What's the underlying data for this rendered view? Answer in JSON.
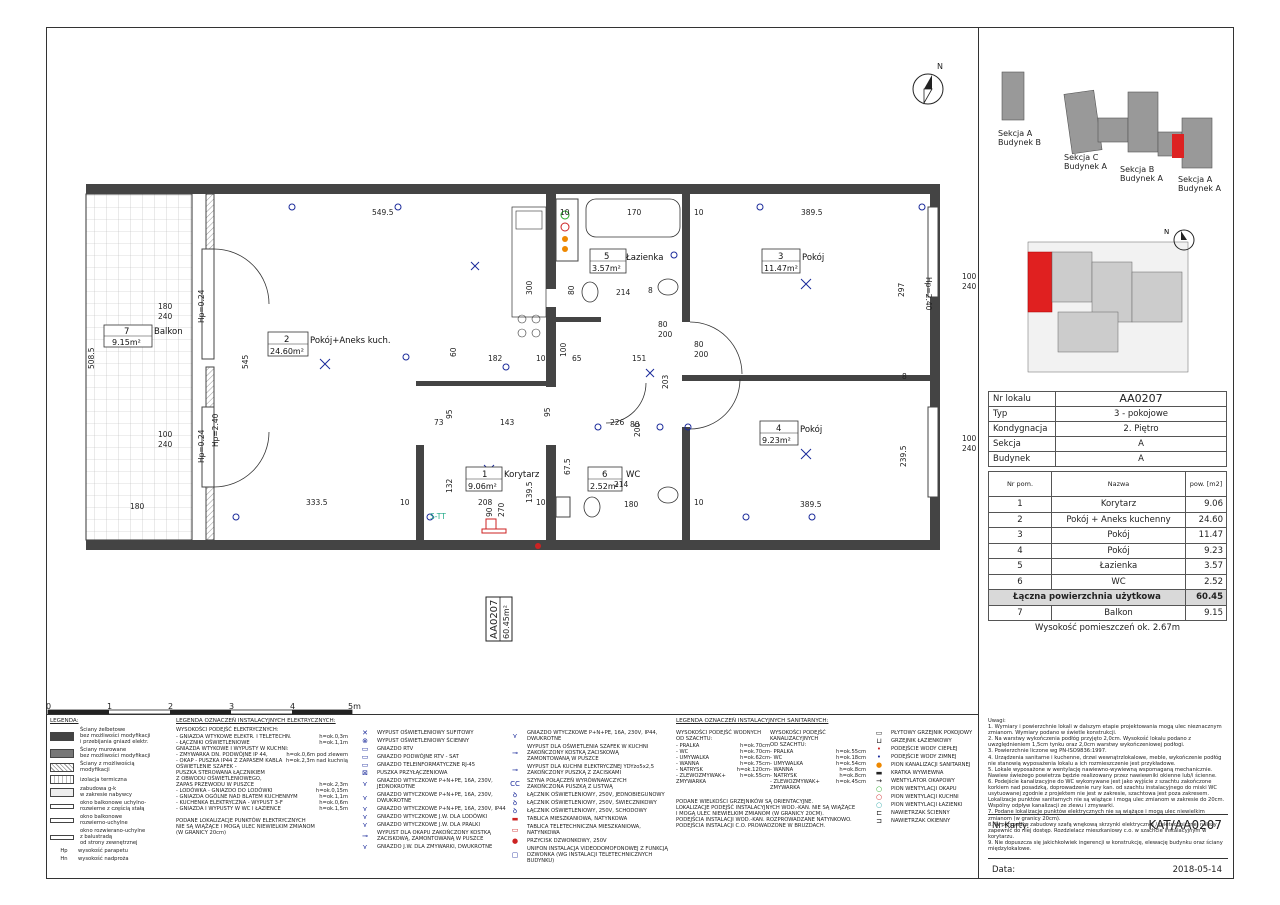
{
  "compass_label": "N",
  "scale": {
    "ticks": [
      "0",
      "1",
      "2",
      "3",
      "4",
      "5m"
    ]
  },
  "location": {
    "labels": [
      "Sekcja A\nBudynek B",
      "Sekcja C\nBudynek A",
      "Sekcja B\nBudynek A",
      "Sekcja A\nBudynek A"
    ],
    "compass_label": "N"
  },
  "plan": {
    "rooms": [
      {
        "num": "7",
        "name": "Balkon",
        "area": "9.15m²"
      },
      {
        "num": "2",
        "name": "Pokój+Aneks kuch.",
        "area": "24.60m²"
      },
      {
        "num": "5",
        "name": "Łazienka",
        "area": "3.57m²"
      },
      {
        "num": "3",
        "name": "Pokój",
        "area": "11.47m²"
      },
      {
        "num": "4",
        "name": "Pokój",
        "area": "9.23m²"
      },
      {
        "num": "1",
        "name": "Korytarz",
        "area": "9.06m²"
      },
      {
        "num": "6",
        "name": "WC",
        "area": "2.52m²"
      }
    ],
    "unit_tag": {
      "id": "AA0207",
      "area": "60.45m²"
    },
    "dims": {
      "d5495": "549.5",
      "d170": "170",
      "d3895a": "389.5",
      "d10a": "10",
      "d10b": "10",
      "d180a": "180",
      "d240a": "240",
      "d100a": "100",
      "d240b": "240",
      "d180b": "180",
      "d5085": "508.5",
      "d545": "545",
      "d300": "300",
      "d80a": "80",
      "d214a": "214",
      "d60": "60",
      "d182": "182",
      "d10c": "10",
      "d100b": "100",
      "d65": "65",
      "d151": "151",
      "d80b": "80",
      "d200a": "200",
      "d80c": "80",
      "d200b": "200",
      "d203": "203",
      "d297": "297",
      "d100c": "100",
      "d240c": "240",
      "d73": "73",
      "d143": "143",
      "d95a": "95",
      "d95b": "95",
      "d226": "226",
      "d80d": "80",
      "d200c": "200",
      "d2395": "239.5",
      "d100d": "100",
      "d240d": "240",
      "d132": "132",
      "d1395": "139.5",
      "d675": "67.5",
      "d214b": "214",
      "d3335": "333.5",
      "d208": "208",
      "d90": "90",
      "d270": "270",
      "d180c": "180",
      "d3895b": "389.5",
      "d10d": "10",
      "d10e": "10",
      "d10f": "10",
      "d8a": "8",
      "d8b": "8",
      "hp1": "Hp=0.24",
      "hp2": "Hp=0.24",
      "hp3": "Hp=2.40",
      "hp4": "Hp=2.40",
      "st": "S-TT"
    }
  },
  "info": {
    "rows": [
      {
        "k": "Nr lokalu",
        "v": "AA0207"
      },
      {
        "k": "Typ",
        "v": "3 - pokojowe"
      },
      {
        "k": "Kondygnacja",
        "v": "2. Piętro"
      },
      {
        "k": "Sekcja",
        "v": "A"
      },
      {
        "k": "Budynek",
        "v": "A"
      }
    ]
  },
  "rooms_table": {
    "headers": {
      "num": "Nr pom.",
      "name": "Nazwa",
      "area": "pow. [m2]"
    },
    "rows": [
      {
        "n": "1",
        "nm": "Korytarz",
        "a": "9.06"
      },
      {
        "n": "2",
        "nm": "Pokój + Aneks kuchenny",
        "a": "24.60"
      },
      {
        "n": "3",
        "nm": "Pokój",
        "a": "11.47"
      },
      {
        "n": "4",
        "nm": "Pokój",
        "a": "9.23"
      },
      {
        "n": "5",
        "nm": "Łazienka",
        "a": "3.57"
      },
      {
        "n": "6",
        "nm": "WC",
        "a": "2.52"
      }
    ],
    "total": {
      "label": "Łączna powierzchnia użytkowa",
      "value": "60.45"
    },
    "balcony": {
      "n": "7",
      "nm": "Balkon",
      "a": "9.15"
    },
    "height": "Wysokość pomieszczeń ok. 2.67m"
  },
  "notes": {
    "title": "Uwagi:",
    "items": [
      "1. Wymiary i powierzchnie lokali w dalszym etapie projektowania mogą ulec nieznacznym zmianom. Wymiary podano w świetle konstrukcji.",
      "2. Na warstwy wykończenia podłóg przyjęto 2,0cm. Wysokość lokalu podano z uwzględnieniem 1,5cm tynku oraz 2,0cm warstwy wykończeniowej podłogi.",
      "3. Powierzchnie liczone wg PN-ISO9836:1997.",
      "4. Urządzenia sanitarne i kuchenne, drzwi wewnątrzlokalowe, meble, wykończenie podłóg nie stanowią wyposażenia lokalu a ich rozmieszczenie jest przykładowe.",
      "5. Lokale wyposażone w wentylację nawiewno-wywiewną wspomaganą mechanicznie. Nawiew świeżego powietrza będzie realizowany przez nawiewniki okienne lub/i ścienne.",
      "6. Podejście kanalizacyjne do WC wykonywane jest jako wyjście z szachtu zakończone korkiem nad posadzką, doprowadzenie rury kan. od szachtu instalacyjnego do miski WC usytuowanej zgodnie z projektem nie jest w zakresie, szachtowa jest poza zakresem. Lokalizacje punktów sanitarnych nie są wiążące i mogą ulec zmianom w zakresie do 20cm. Wspólny odpływ kanalizacji ze zlewu i zmywarki.",
      "7. Podane lokalizacje punktów elektrycznych nie są wiążące i mogą ulec niewielkim zmianom (w granicy 20cm).",
      "8. W przypadku zabudowy szafą wnękową skrzynki elektrycznej / teletechnicznej należy zapewnić do niej dostęp. Rozdzielacz mieszkaniowy c.o. w szachcie instalacyjnym w korytarzu.",
      "9. Nie dopuszcza się jakichkolwiek ingerencji w konstrukcję, elewację budynku oraz ściany międzylokalowe."
    ]
  },
  "kat": {
    "label": "Nr Karty:",
    "value": "KAT/AA0207"
  },
  "date": {
    "label": "Data:",
    "value": "2018-05-14"
  },
  "legend_walls": {
    "title": "LEGENDA:",
    "items": [
      "Ściany żelbetowe\nbez możliwości modyfikacji\ni przebijania gniazd elektr.",
      "Ściany murowane\nbez możliwości modyfikacji",
      "Ściany z możliwością\nmodyfikacji",
      "izolacja termiczna",
      "zabudowa g-k\nw zakresie nabywcy",
      "okno balkonowe uchylno-\nrozwierne z częścią stałą",
      "okno balkonowe\nrozwierno-uchylne",
      "okno rozwierano-uchylne\nz balustradą\nod strony zewnętrznej",
      "wysokość parapetu",
      "wysokość nadproża"
    ],
    "abbr": [
      "Hp",
      "Hn"
    ]
  },
  "legend_elec_heights": {
    "title": "LEGENDA OZNACZEŃ INSTALACYJNYCH ELEKTRYCZNYCH:",
    "subtitle": "WYSOKOŚCI PODEJŚĆ ELEKTRYCZNYCH:",
    "lines": [
      [
        "- GNIAZDA WTYKOWE ELEKTR. I TELETECHN.",
        "h=ok.0,3m"
      ],
      [
        "- ŁĄCZNIKI OŚWIETLENIOWE",
        "h=ok.1,1m"
      ],
      [
        "GNIAZDA WTYKOWE I WYPUSTY W KUCHNI:",
        ""
      ],
      [
        "- ZMYWARKA DN. PODWÓJNE IP 44,",
        "h=ok.0,6m pod zlewem"
      ],
      [
        "- OKAP - PUSZKA IP44 Z ZAPASEM KABLA",
        "h=ok.2,3m nad kuchnią"
      ],
      [
        "  OŚWIETLENIE SZAFEK -",
        ""
      ],
      [
        "  PUSZKA STEROWANA ŁĄCZNIKIEM",
        ""
      ],
      [
        "  Z OBWODU OŚWIETLENIOWEGO,",
        ""
      ],
      [
        "  ZAPAS PRZEWODU W PUSZCE",
        "h=ok.2,3m"
      ],
      [
        "- LODÓWKA - GNIAZDO DO LODÓWKI",
        "h=ok.0,15m"
      ],
      [
        "- GNIAZDA OGÓLNE NAD BLATEM KUCHENNYM",
        "h=ok.1,1m"
      ],
      [
        "- KUCHENKA ELEKTRYCZNA - WYPUST 3-F",
        "h=ok.0,6m"
      ],
      [
        "- GNIAZDA I WYPUSTY W WC I ŁAZIENCE",
        "h=ok.1,5m"
      ]
    ],
    "note": "PODANE LOKALIZACJE PUNKTÓW ELEKTRYCZNYCH\nNIE SĄ WIĄŻĄCE I MOGĄ ULEC NIEWIELKIM ZMIANOM\n(W GRANICY 20cm)"
  },
  "legend_elec_symbols": {
    "items": [
      "WYPUST OŚWIETLENIOWY SUFITOWY",
      "WYPUST OŚWIETLENIOWY ŚCIENNY",
      "GNIAZDO RTV",
      "GNIAZDO PODWÓJNE RTV - SAT",
      "GNIAZDO TELEINFORMATYCZNE RJ-45",
      "PUSZKA PRZYŁĄCZENIOWA",
      "GNIAZDO WTYCZKOWE P+N+PE, 16A, 230V,\nJEDNOKROTNE",
      "GNIAZDO WTYCZKOWE P+N+PE, 16A, 230V,\nDWUKROTNE",
      "GNIAZDO WTYCZKOWE P+N+PE, 16A, 230V, IP44",
      "GNIAZDO WTYCZKOWE J.W. DLA LODÓWKI",
      "GNIAZDO WTYCZKOWE J.W. DLA PRALKI",
      "WYPUST DLA OKAPU ZAKOŃCZONY KOSTKĄ\nZACISKOWĄ, ZAMONTOWANĄ W PUSZCE",
      "GNIAZDO J.W. DLA ZMYWARKI, DWUKROTNE"
    ]
  },
  "legend_elec_symbols2": {
    "items": [
      "GNIAZDO WTYCZKOWE P+N+PE, 16A, 230V, IP44,\nDWUKROTNE",
      "WYPUST DLA OŚWIETLENIA SZAFEK W KUCHNI\nZAKOŃCZONY KOSTKĄ ZACISKOWĄ\nZAMONTOWANĄ W PUSZCE",
      "WYPUST DLA KUCHNI ELEKTRYCZNEJ YDYżo5x2,5\nZAKOŃCZONY PUSZKĄ Z ZACISKAMI",
      "SZYNA POŁĄCZEŃ WYRÓWNAWCZYCH\nZAKOŃCZONA PUSZKĄ Z LISTWĄ",
      "ŁĄCZNIK OŚWIETLENIOWY, 250V, JEDNOBIEGUNOWY",
      "ŁĄCZNIK OŚWIETLENIOWY, 250V, ŚWIECZNIKOWY",
      "ŁĄCZNIK OŚWIETLENIOWY, 250V, SCHODOWY",
      "TABLICA MIESZKANIOWA, NATYNKOWA",
      "TABLICA TELETECHNICZNA MIESZKANIOWA, NATYNKOWA",
      "PRZYCISK DZWONKOWY, 250V",
      "UNIFON INSTALACJA VIDEODOMOFONOWEJ Z FUNKCJĄ\nDZWONKA (WG INSTALACJI TELETECHNICZNYCH BUDYNKU)"
    ]
  },
  "legend_sanitary": {
    "title": "LEGENDA OZNACZEŃ INSTALACYJNYCH SANITARNYCH:",
    "col1_title": "WYSOKOŚCI PODEJŚĆ WODNYCH\nOD SZACHTU:",
    "col1": [
      [
        "- PRALKA",
        "h=ok.70cm"
      ],
      [
        "- WC",
        "h=ok.70cm"
      ],
      [
        "- UMYWALKA",
        "h=ok.62cm"
      ],
      [
        "- WANNA",
        "h=ok.75cm"
      ],
      [
        "- NATRYSK",
        "h=ok.120cm"
      ],
      [
        "- ZLEWOZMYWAK+\n  ZMYWARKA",
        "h=ok.55cm"
      ]
    ],
    "col2_title": "WYSOKOŚCI PODEJŚĆ KANALIZACYJNYCH\nOD SZACHTU:",
    "col2": [
      [
        "- PRALKA",
        "h=ok.55cm"
      ],
      [
        "- WC",
        "h=ok.18cm"
      ],
      [
        "- UMYWALKA",
        "h=ok.54cm"
      ],
      [
        "- WANNA",
        "h=ok.8cm"
      ],
      [
        "- NATRYSK",
        "h=ok.8cm"
      ],
      [
        "- ZLEWOZMYWAK+\n  ZMYWARKA",
        "h=ok.45cm"
      ]
    ],
    "note": "PODANE WIELKOŚCI GRZEJNIKÓW SĄ ORIENTACYJNE.\nLOKALIZACJE PODEJŚĆ INSTALACYJNYCH WOD.-KAN. NIE SĄ WIĄŻĄCE\nI MOGĄ ULEC NIEWIELKIM ZMIANOM (W GRANICY 20CM).\nPODEJŚCIA INSTALACJI WOD.-KAN. ROZPROWADZANE NATYNKOWO.\nPODEJŚCIA INSTALACJI C.O. PROWADZONE W BRUZDACH."
  },
  "legend_sanitary_symbols": {
    "items": [
      "PŁYTOWY GRZEJNIK POKOJOWY",
      "GRZEJNIK ŁAZIENKOWY",
      "PODEJŚCIE WODY CIEPŁEJ",
      "PODEJŚCIE WODY ZIMNEJ",
      "PION KANALIZACJI SANITARNEJ",
      "KRATKA WYWIEWNA",
      "WENTYLATOR OKAPOWY",
      "PION WENTYLACJI OKAPU",
      "PION WENTYLACJI KUCHNI",
      "PION WENTYLACJI ŁAZIENKI",
      "NAWIETRZAK ŚCIENNY",
      "NAWIETRZAK OKIENNY"
    ]
  }
}
